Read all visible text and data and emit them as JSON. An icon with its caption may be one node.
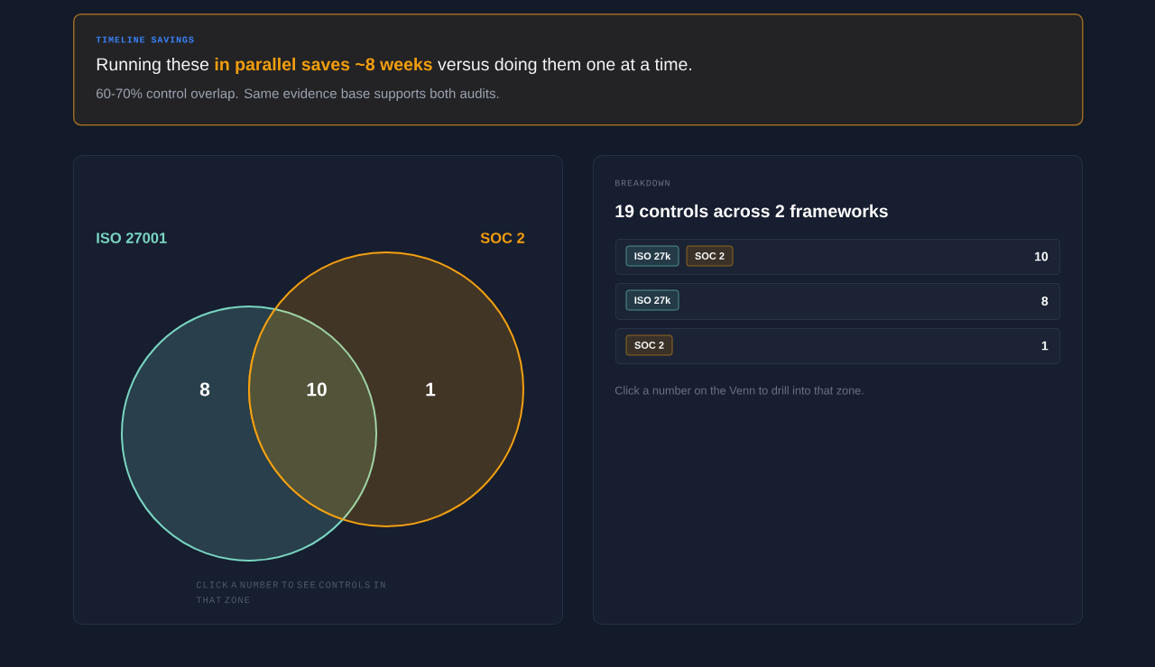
{
  "diagram": {
    "nodes": [
      {
        "text": [
          "TIMELINE SAVINGS",
          "Running these **in parallel saves ~8 weeks** versus doing them one at a time.",
          "60-70% control overlap. Same evidence base supports both audits."
        ]
      },
      {
        "text": [
          "CLICK A NUMBER TO SEE CONTROLS IN THAT ZONE"
        ]
      },
      {
        "text": [
          "ISO 27001",
          "8"
        ],
        "in": 1
      },
      {
        "text": [
          "SOC 2",
          "1"
        ],
        "in": 1
      },
      {
        "text": [
          "BREAKDOWN",
          "19 controls across 2 frameworks",
          "Click a number on the Venn to drill into that zone."
        ]
      },
      {
        "text": [
          "10"
        ],
        "in": 4
      },
      {
        "text": [
          "ISO 27k"
        ],
        "in": 5
      },
      {
        "text": [
          "SOC 2"
        ],
        "in": 5
      },
      {
        "text": [
          "8"
        ],
        "in": 4
      },
      {
        "text": [
          "ISO 27k"
        ],
        "in": 8
      },
      {
        "text": [
          "1"
        ],
        "in": 4
      },
      {
        "text": [
          "SOC 2"
        ],
        "in": 10
      }
    ],
    "labels": [
      "10"
    ]
  }
}
